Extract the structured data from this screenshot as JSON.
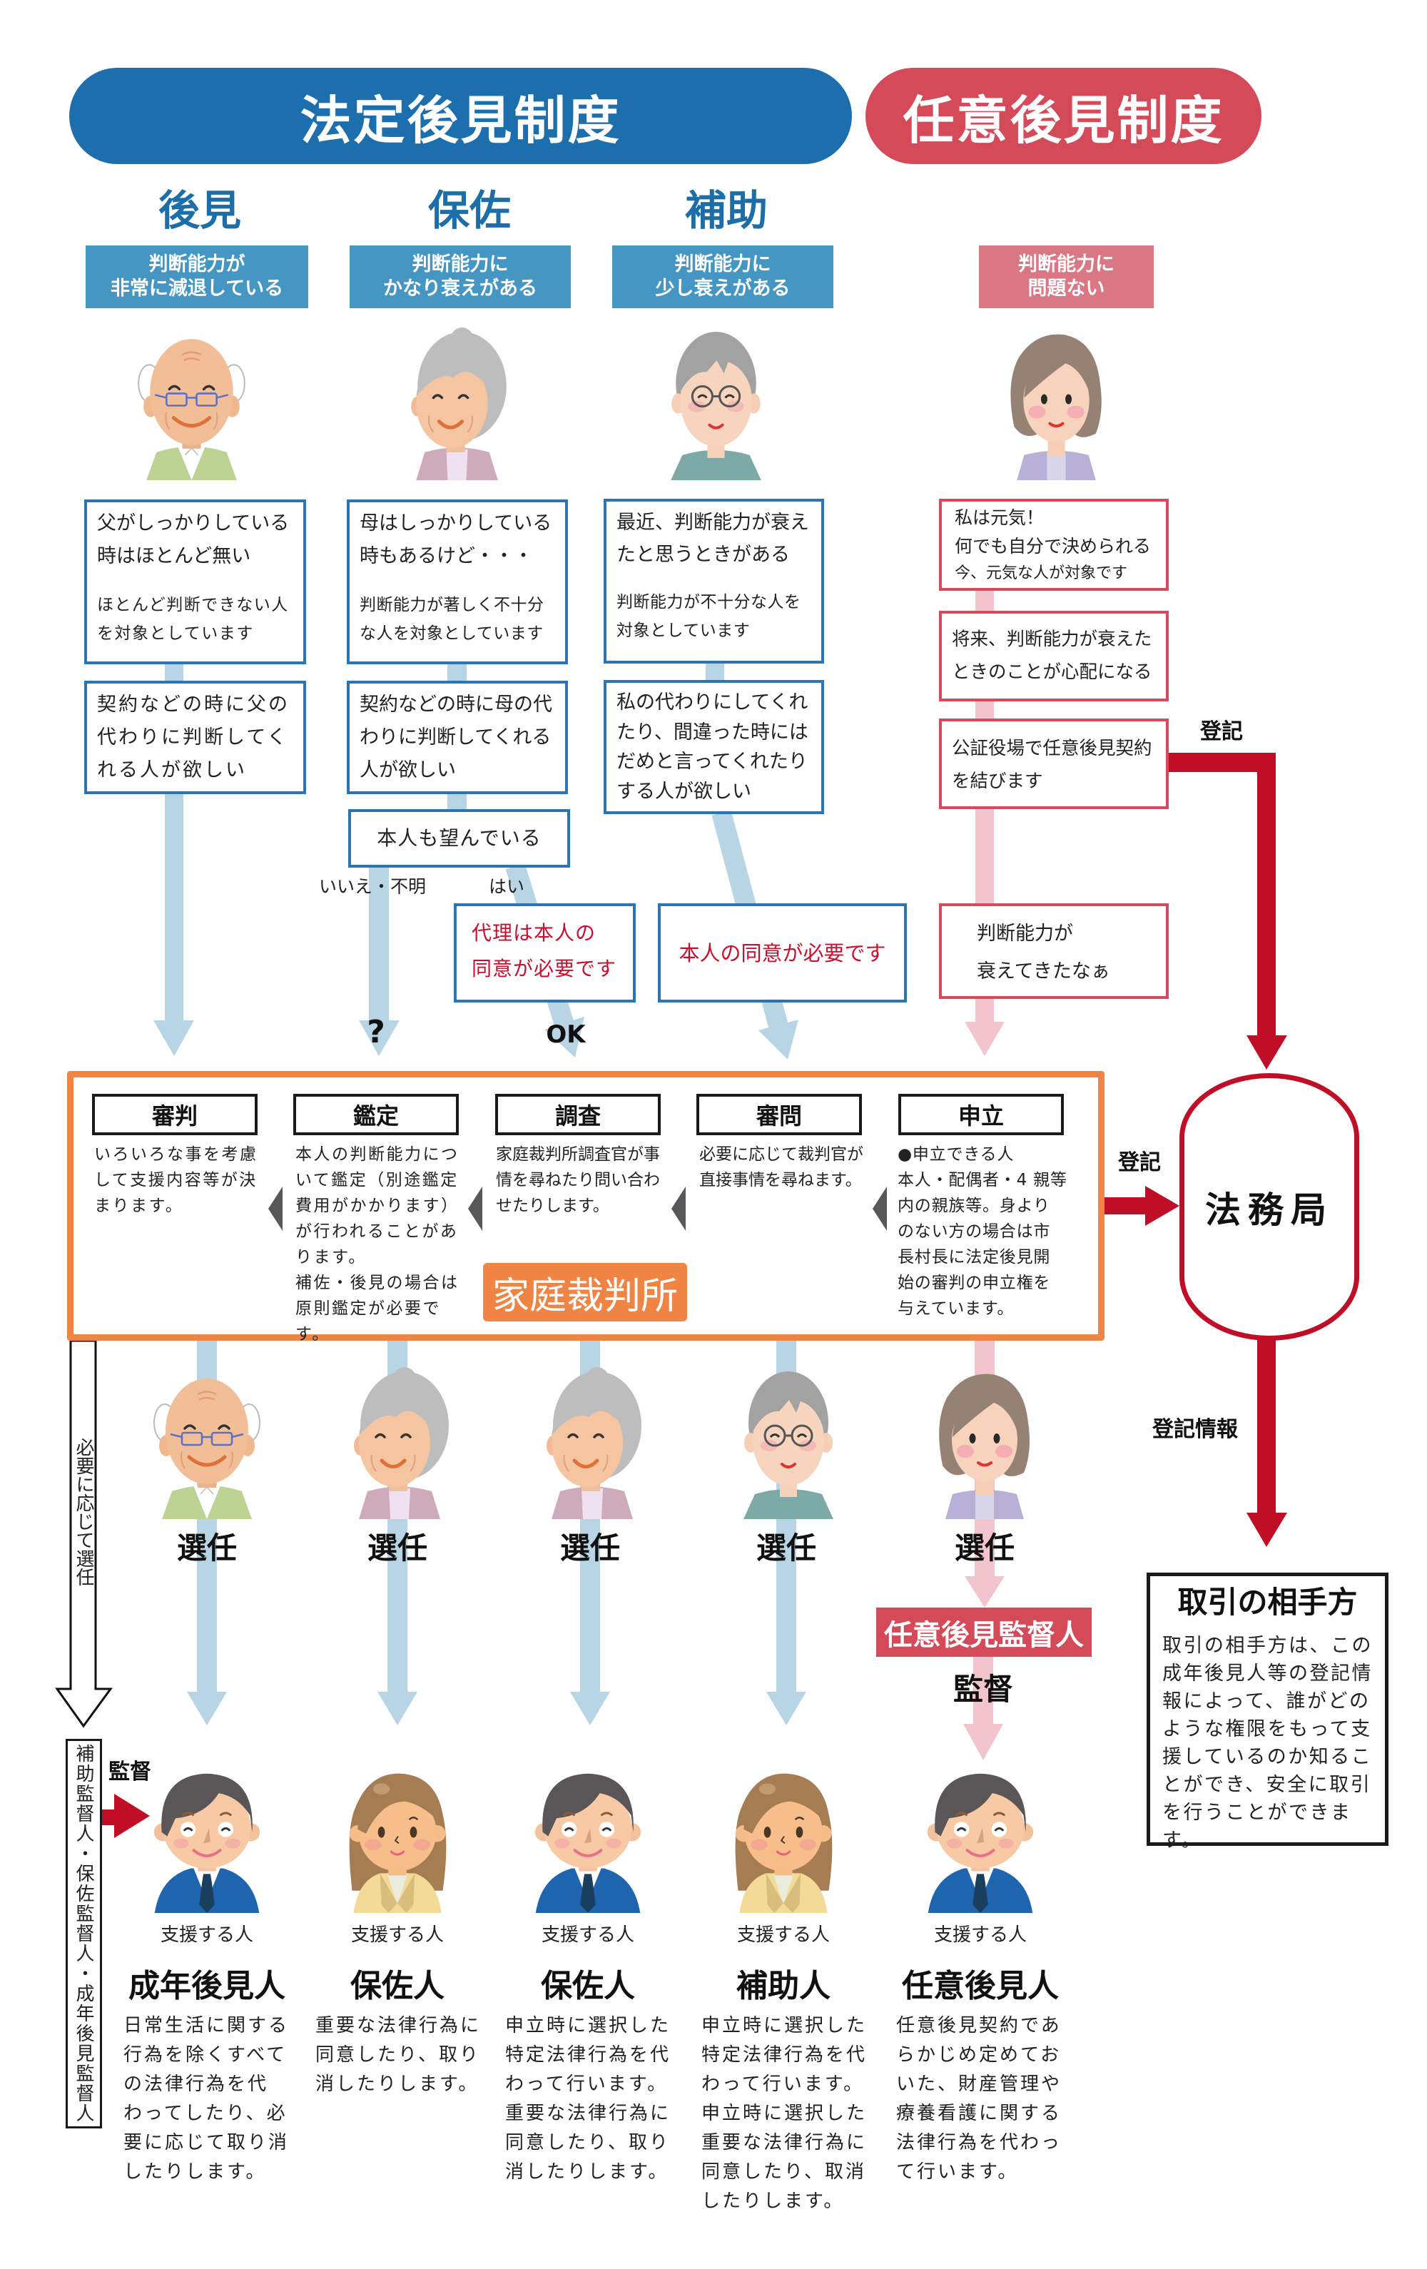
{
  "colors": {
    "statutory_blue": "#1c6fac",
    "voluntary_red": "#d44a58",
    "heading_blue": "#1b6ea8",
    "condition_blue": "#4596c2",
    "condition_pink": "#d97784",
    "box_blue": "#2d74b3",
    "box_red": "#d9495b",
    "note_red": "#c8102e",
    "court_orange": "#f08445",
    "registry_red": "#c10e27",
    "arrow_blue": "#b7d5e4",
    "arrow_pink": "#f2c5ce"
  },
  "systems": {
    "statutory": "法定後見制度",
    "voluntary": "任意後見制度"
  },
  "categories": [
    {
      "heading": "後見",
      "condition": "判断能力が\n非常に減退している",
      "avatar": "elderly-man-glasses"
    },
    {
      "heading": "保佐",
      "condition": "判断能力に\nかなり衰えがある",
      "avatar": "elderly-woman"
    },
    {
      "heading": "補助",
      "condition": "判断能力に\n少し衰えがある",
      "avatar": "senior-man-glasses"
    },
    {
      "heading": "",
      "condition": "判断能力に\n問題ない",
      "avatar": "middle-aged-woman"
    }
  ],
  "flow": {
    "guardianship": {
      "situation": "父がしっかりしている\n時はほとんど無い",
      "target": "ほとんど判断できない人\nを対象としています",
      "need": "契約などの時に父の\n代わりに判断してく\nれる人が欲しい"
    },
    "curatorship": {
      "situation": "母はしっかりしている\n時もあるけど・・・",
      "target": "判断能力が著しく不十分\nな人を対象としています",
      "need": "契約などの時に母の代\nわりに判断してくれる\n人が欲しい",
      "question": "本人も望んでいる",
      "answer_no": "いいえ・不明",
      "answer_yes": "はい",
      "consent_note": "代理は本人の\n同意が必要です",
      "result_no": "?",
      "result_yes": "OK"
    },
    "assistance": {
      "situation": "最近、判断能力が衰え\nたと思うときがある",
      "target": "判断能力が不十分な人を\n対象としています",
      "need": "私の代わりにしてくれ\nたり、間違った時には\nだめと言ってくれたり\nする人が欲しい",
      "consent_note": "本人の同意が必要です"
    },
    "voluntary": {
      "situation": "私は元気！\n何でも自分で決められる",
      "target": "今、元気な人が対象です",
      "concern": "将来、判断能力が衰えた\nときのことが心配になる",
      "contract": "公証役場で任意後見契約\nを結びます",
      "decline": "判断能力が\n衰えてきたなぁ"
    }
  },
  "court": {
    "label": "家庭裁判所",
    "steps": [
      {
        "title": "審判",
        "desc": "いろいろな事を考慮\nして支援内容等が決\nまります。"
      },
      {
        "title": "鑑定",
        "desc": "本人の判断能力につ\nいて鑑定（別途鑑定\n費用がかかります）\nが行われることがあ\nります。\n補佐・後見の場合は\n原則鑑定が必要です。"
      },
      {
        "title": "調査",
        "desc": "家庭裁判所調査官が事\n情を尋ねたり問い合わ\nせたりします。"
      },
      {
        "title": "審問",
        "desc": "必要に応じて裁判官が\n直接事情を尋ねます。"
      },
      {
        "title": "申立",
        "desc": "●申立できる人\n本人・配偶者・4 親等\n内の親族等。身より\nのない方の場合は市\n長村長に法定後見開\n始の審判の申立権を\n与えています。"
      }
    ]
  },
  "registry": {
    "bureau": "法務局",
    "registration_from_contract": "登記",
    "registration_from_court": "登記",
    "registration_info": "登記情報"
  },
  "counterparty": {
    "title": "取引の相手方",
    "desc": "取引の相手方は、この\n成年後見人等の登記情\n報によって、誰がどの\nような権限をもって支\n援しているのか知るこ\nとができ、安全に取引\nを行うことができます。"
  },
  "appointment": {
    "selected": [
      "選任",
      "選任",
      "選任",
      "選任",
      "選任"
    ],
    "voluntary_supervisor": "任意後見監督人",
    "supervise": "監督",
    "optional_appointment": "必要に応じて選任",
    "statutory_supervisors": "補助監督人・保佐監督人・成年後見監督人",
    "supervise_left": "監督"
  },
  "supporters": [
    {
      "caption": "支援する人",
      "title": "成年後見人",
      "desc": "日常生活に関する\n行為を除くすべて\nの法律行為を代\nわってしたり、必\n要に応じて取り消\nしたりします。",
      "avatar": "man-in-suit"
    },
    {
      "caption": "支援する人",
      "title": "保佐人",
      "desc": "重要な法律行為に\n同意したり、取り\n消したりします。",
      "avatar": "woman-in-jacket"
    },
    {
      "caption": "支援する人",
      "title": "保佐人",
      "desc": "申立時に選択した\n特定法律行為を代\nわって行います。\n重要な法律行為に\n同意したり、取り\n消したりします。",
      "avatar": "man-in-suit"
    },
    {
      "caption": "支援する人",
      "title": "補助人",
      "desc": "申立時に選択した\n特定法律行為を代\nわって行います。\n申立時に選択した\n重要な法律行為に\n同意したり、取消\nしたりします。",
      "avatar": "woman-in-jacket"
    },
    {
      "caption": "支援する人",
      "title": "任意後見人",
      "desc": "任意後見契約であ\nらかじめ定めてお\nいた、財産管理や\n療養看護に関する\n法律行為を代わっ\nて行います。",
      "avatar": "man-in-suit"
    }
  ]
}
